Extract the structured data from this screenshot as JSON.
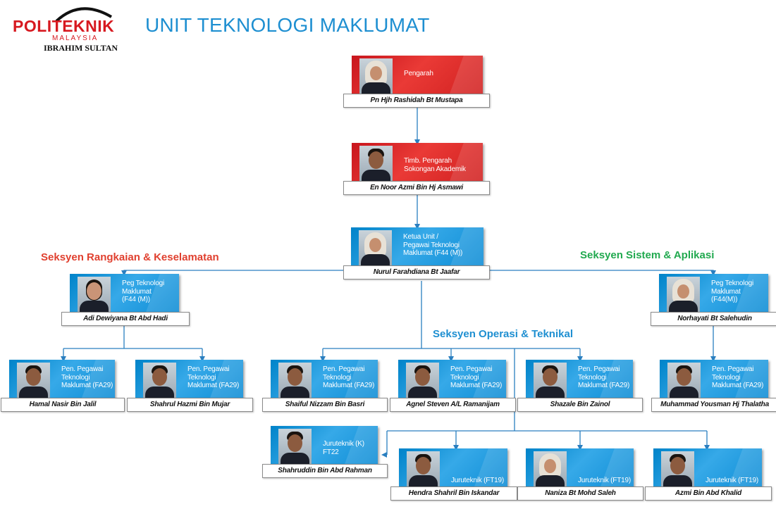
{
  "header": {
    "logo_word": "POLITEKNIK",
    "logo_sub": "MALAYSIA",
    "logo_campus": "IBRAHIM SULTAN",
    "title": "UNIT TEKNOLOGI MAKLUMAT"
  },
  "sections": {
    "network": "Seksyen Rangkaian & Keselamatan",
    "systems": "Seksyen Sistem & Aplikasi",
    "operations": "Seksyen Operasi & Teknikal"
  },
  "colors": {
    "title_blue": "#1e8fd1",
    "network": "#e0402f",
    "systems": "#21a94f",
    "operations": "#1e8fd1",
    "connector": "#2a7fc0"
  },
  "staff": {
    "director": {
      "role": "Pengarah",
      "name": "Pn Hjh Rashidah Bt Mustapa",
      "photo": "woman-hijab-photo"
    },
    "deputy": {
      "role": "Timb. Pengarah\nSokongan Akademik",
      "name": "En Noor Azmi Bin Hj Asmawi",
      "photo": "man-photo"
    },
    "head": {
      "role": "Ketua Unit /\nPegawai Teknologi\nMaklumat (F44 (M))",
      "name": "Nurul Farahdiana Bt Jaafar",
      "photo": "woman-hijab-photo"
    },
    "network_lead": {
      "role": "Peg Teknologi\nMaklumat\n(F44 (M))",
      "name": "Adi Dewiyana Bt Abd Hadi",
      "photo": "woman-photo"
    },
    "systems_lead": {
      "role": "Peg Teknologi\nMaklumat\n(F44(M))",
      "name": "Norhayati Bt Salehudin",
      "photo": "woman-hijab-photo"
    },
    "net_1": {
      "role": "Pen. Pegawai\nTeknologi\nMaklumat (FA29)",
      "name": "Hamal Nasir Bin Jalil",
      "photo": "man-photo"
    },
    "net_2": {
      "role": "Pen. Pegawai\nTeknologi\nMaklumat (FA29)",
      "name": "Shahrul Hazmi Bin Mujar",
      "photo": "man-photo"
    },
    "ops_1": {
      "role": "Pen. Pegawai\nTeknologi\nMaklumat (FA29)",
      "name": "Shaiful Nizzam Bin Basri",
      "photo": "man-photo"
    },
    "ops_2": {
      "role": "Pen. Pegawai\nTeknologi\nMaklumat (FA29)",
      "name": "Agnel Steven A/L Ramanijam",
      "photo": "man-photo"
    },
    "ops_3": {
      "role": "Pen. Pegawai\nTeknologi\nMaklumat (FA29)",
      "name": "Shazale Bin Zainol",
      "photo": "man-photo"
    },
    "sys_1": {
      "role": "Pen. Pegawai\nTeknologi\nMaklumat (FA29)",
      "name": "Muhammad Yousman Hj Thalatha",
      "photo": "man-photo"
    },
    "tech_k": {
      "role": "Juruteknik (K)\nFT22",
      "name": "Shahruddin Bin Abd Rahman",
      "photo": "man-photo"
    },
    "tech_1": {
      "role": "Juruteknik (FT19)",
      "name": "Hendra Shahril Bin Iskandar",
      "photo": "man-photo"
    },
    "tech_2": {
      "role": "Juruteknik (FT19)",
      "name": "Naniza Bt Mohd Saleh",
      "photo": "woman-hijab-photo"
    },
    "tech_3": {
      "role": "Juruteknik (FT19)",
      "name": "Azmi Bin Abd Khalid",
      "photo": "man-photo"
    }
  }
}
